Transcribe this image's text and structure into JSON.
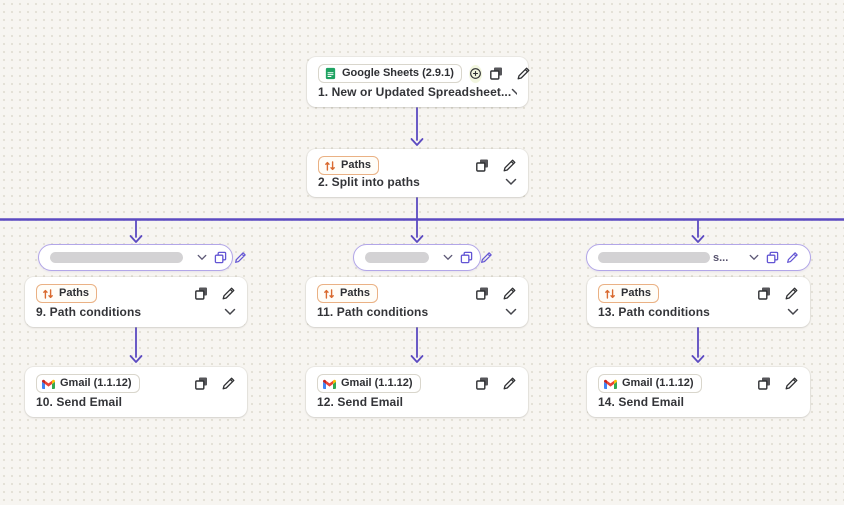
{
  "colors": {
    "canvas_background": "#f7f5f1",
    "connector_purple": "#5b4ac1",
    "pill_accent_purple": "#6355d4",
    "paths_orange": "#d96a2f",
    "sheets_green": "#1ea362",
    "node_background": "#ffffff"
  },
  "icons": {
    "duplicate": "copy-icon",
    "edit": "pencil-icon",
    "expand": "chevron-down-icon",
    "update": "plus-circle-icon",
    "sheets": "google-sheets-icon",
    "paths": "paths-split-icon",
    "gmail": "gmail-icon"
  },
  "trigger": {
    "app_badge": "Google Sheets (2.9.1)",
    "title": "1. New or Updated Spreadsheet..."
  },
  "split": {
    "app_badge": "Paths",
    "title": "2. Split into paths"
  },
  "branches": [
    {
      "pill": {
        "visible_text": "",
        "label_redacted": true
      },
      "condition": {
        "app_badge": "Paths",
        "title": "9. Path conditions"
      },
      "action": {
        "app_badge": "Gmail (1.1.12)",
        "title": "10. Send Email"
      }
    },
    {
      "pill": {
        "visible_text": "",
        "label_redacted": true
      },
      "condition": {
        "app_badge": "Paths",
        "title": "11. Path conditions"
      },
      "action": {
        "app_badge": "Gmail (1.1.12)",
        "title": "12. Send Email"
      }
    },
    {
      "pill": {
        "visible_text": "s...",
        "label_redacted": true
      },
      "condition": {
        "app_badge": "Paths",
        "title": "13. Path conditions"
      },
      "action": {
        "app_badge": "Gmail (1.1.12)",
        "title": "14. Send Email"
      }
    }
  ]
}
